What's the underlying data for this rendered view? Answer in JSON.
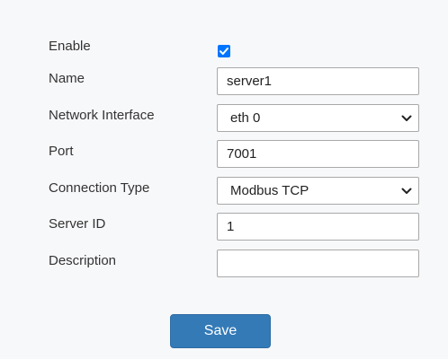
{
  "form": {
    "enable": {
      "label": "Enable",
      "checked": true
    },
    "name": {
      "label": "Name",
      "value": "server1"
    },
    "network_interface": {
      "label": "Network Interface",
      "value": "eth 0"
    },
    "port": {
      "label": "Port",
      "value": "7001"
    },
    "connection_type": {
      "label": "Connection Type",
      "value": "Modbus TCP"
    },
    "server_id": {
      "label": "Server ID",
      "value": "1"
    },
    "description": {
      "label": "Description",
      "value": ""
    }
  },
  "save_label": "Save",
  "icons": {
    "checkbox": "checkmark-icon",
    "dropdown": "chevron-down-icon"
  },
  "colors": {
    "background": "#f7f8fa",
    "accent": "#337ab7",
    "checkbox": "#0075ff",
    "border": "#a9a9a9"
  }
}
